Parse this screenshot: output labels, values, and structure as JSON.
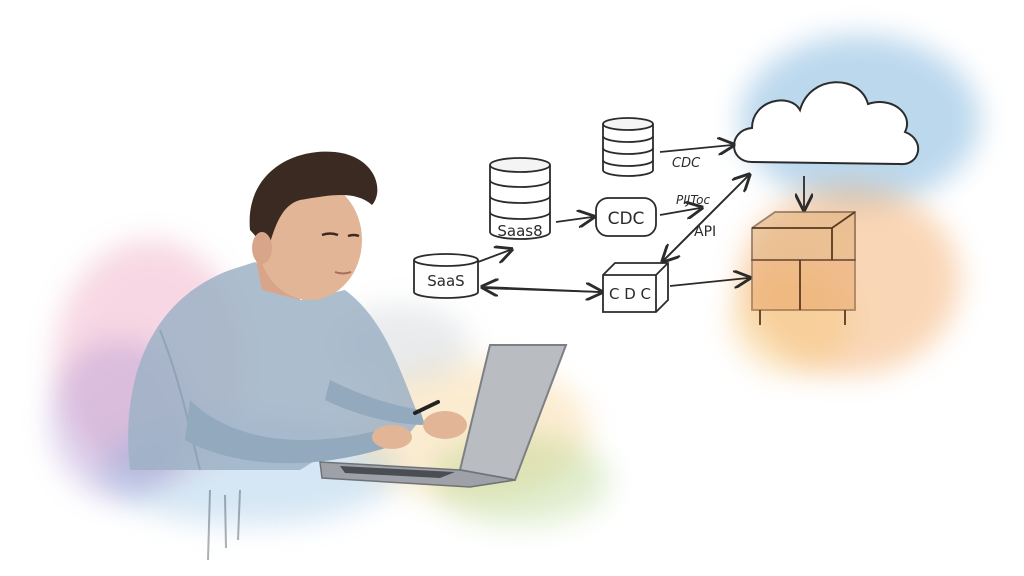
{
  "labels": {
    "db_left": "Saas8",
    "saas_box": "SaaS",
    "cdc_box": "CDC",
    "cdc_cube": "C D C",
    "cdc_note": "CDC",
    "scribble_note": "PIJToc",
    "api_note": "API"
  },
  "palette": {
    "ink": "#2b2b2b",
    "watercolor_blue": "#6aa9d8",
    "watercolor_orange": "#f29a4a",
    "watercolor_pink": "#e98fb0",
    "watercolor_purple": "#a58bd1",
    "watercolor_green": "#a7cf7a",
    "shirt": "#9db2c6",
    "skin": "#e3b597",
    "hair": "#3a2a22",
    "laptop": "#b9bcc1"
  }
}
